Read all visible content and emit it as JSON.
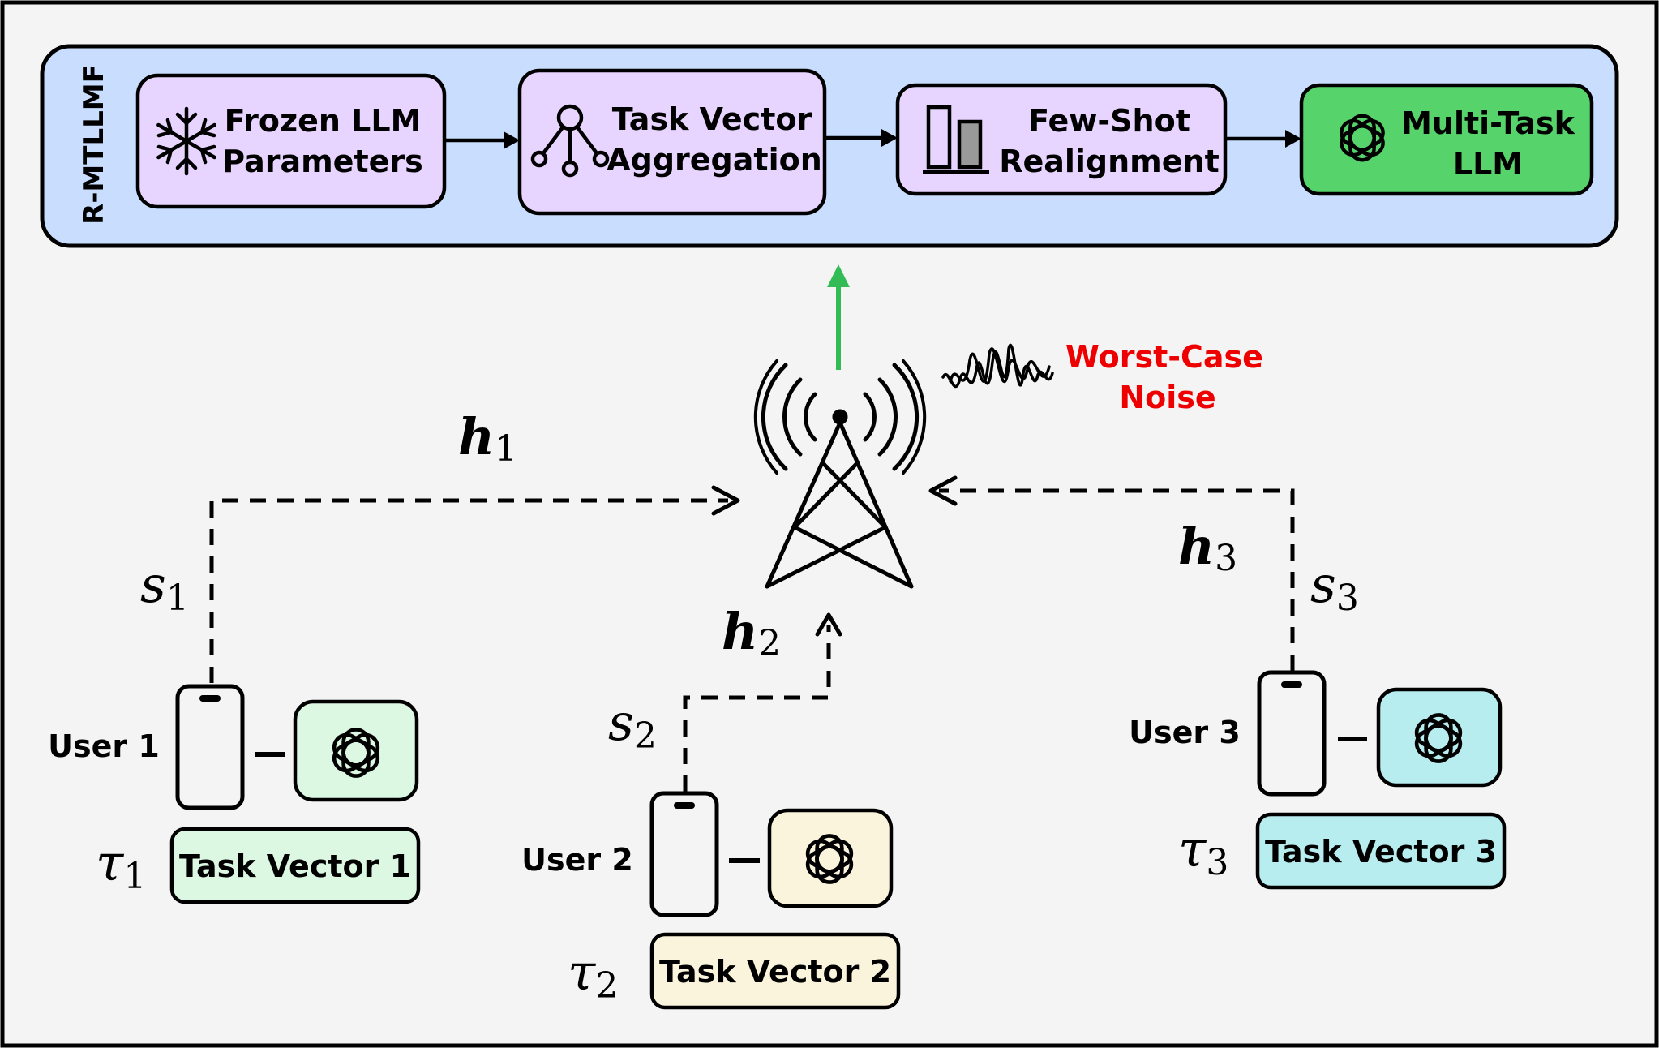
{
  "framework": {
    "label": "R-MTLLMF",
    "steps": [
      {
        "line1": "Frozen LLM",
        "line2": "Parameters",
        "icon": "snowflake-icon"
      },
      {
        "line1": "Task Vector",
        "line2": "Aggregation",
        "icon": "network-node-icon"
      },
      {
        "line1": "Few-Shot",
        "line2": "Realignment",
        "icon": "bar-align-icon"
      },
      {
        "line1": "Multi-Task",
        "line2": "LLM",
        "icon": "openai-logo-icon"
      }
    ]
  },
  "noise": {
    "line1": "Worst-Case",
    "line2": "Noise",
    "color": "#ee0000"
  },
  "channels": {
    "h1": "h",
    "h1_sub": "1",
    "h2": "h",
    "h2_sub": "2",
    "h3": "h",
    "h3_sub": "3"
  },
  "signals": {
    "s1": "s",
    "s1_sub": "1",
    "s2": "s",
    "s2_sub": "2",
    "s3": "s",
    "s3_sub": "3"
  },
  "users": [
    {
      "label": "User 1",
      "tau": "τ",
      "tau_sub": "1",
      "task_vector": "Task Vector 1",
      "color": "#dcf8e3"
    },
    {
      "label": "User 2",
      "tau": "τ",
      "tau_sub": "2",
      "task_vector": "Task Vector 2",
      "color": "#fbf4dc"
    },
    {
      "label": "User 3",
      "tau": "τ",
      "tau_sub": "3",
      "task_vector": "Task Vector 3",
      "color": "#b8edf0"
    }
  ],
  "colors": {
    "framework_bg": "#c9deff",
    "step_bg": "#e8d5ff",
    "final_bg": "#57d36b",
    "uplink_arrow": "#33bb55"
  }
}
